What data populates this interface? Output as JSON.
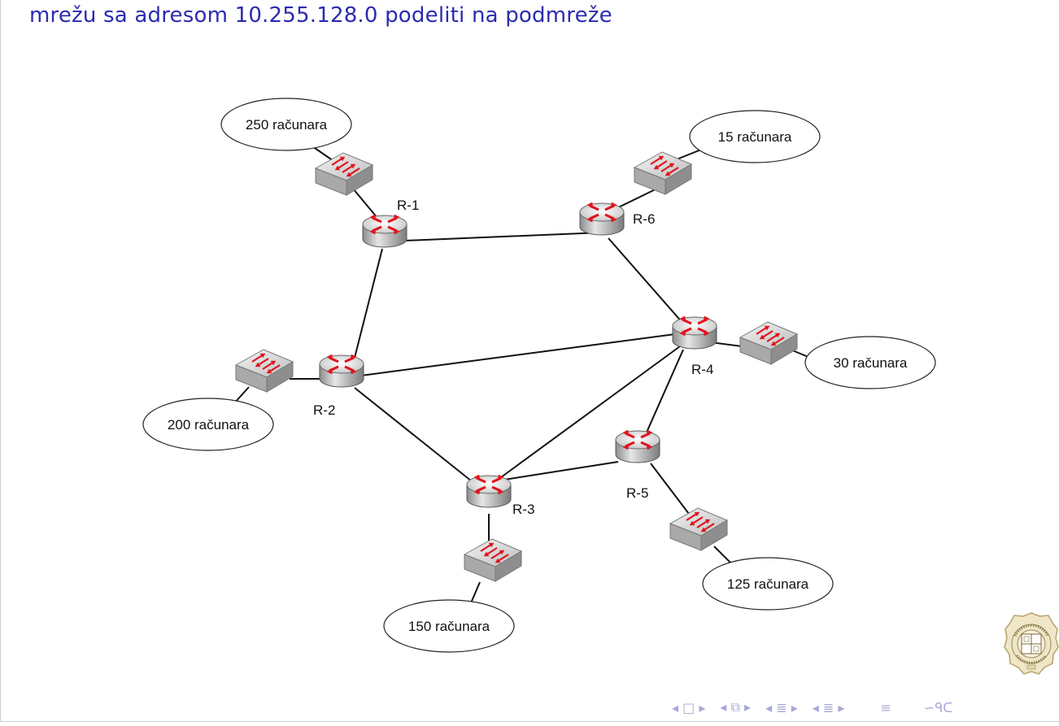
{
  "slide": {
    "title": "mrežu sa adresom 10.255.128.0 podeliti na podmreže"
  },
  "routers": [
    {
      "id": "r1",
      "label": "R-1"
    },
    {
      "id": "r2",
      "label": "R-2"
    },
    {
      "id": "r3",
      "label": "R-3"
    },
    {
      "id": "r4",
      "label": "R-4"
    },
    {
      "id": "r5",
      "label": "R-5"
    },
    {
      "id": "r6",
      "label": "R-6"
    }
  ],
  "networks": [
    {
      "id": "n1",
      "label": "250 računara",
      "router": "R-1"
    },
    {
      "id": "n6",
      "label": "15 računara",
      "router": "R-6"
    },
    {
      "id": "n4",
      "label": "30 računara",
      "router": "R-4"
    },
    {
      "id": "n2",
      "label": "200 računara",
      "router": "R-2"
    },
    {
      "id": "n5",
      "label": "125 računara",
      "router": "R-5"
    },
    {
      "id": "n3",
      "label": "150 računara",
      "router": "R-3"
    }
  ],
  "links": [
    [
      "R-1",
      "R-6"
    ],
    [
      "R-1",
      "R-2"
    ],
    [
      "R-6",
      "R-4"
    ],
    [
      "R-2",
      "R-4"
    ],
    [
      "R-2",
      "R-3"
    ],
    [
      "R-3",
      "R-4"
    ],
    [
      "R-3",
      "R-5"
    ],
    [
      "R-5",
      "R-4"
    ]
  ],
  "colors": {
    "title": "#2b2bb0",
    "arrows": "#e0141e",
    "device_body": "#c9c9c9",
    "nav": "#a7a7d8"
  },
  "icons": {
    "router": "router-icon",
    "switch": "switch-icon",
    "seal": "university-seal"
  },
  "nav": {
    "frame_prev": "◂",
    "frame_icon": "□",
    "frame_next": "▸",
    "sub_prev": "◂",
    "sub_icon": "⧉",
    "sub_next": "▸",
    "sec_prev": "◂",
    "sec_icon": "≣",
    "sec_next": "▸",
    "part_prev": "◂",
    "part_icon": "≣",
    "part_next": "▸",
    "toc_icon": "≡",
    "search_icon": "∽ᑫᑕ"
  }
}
